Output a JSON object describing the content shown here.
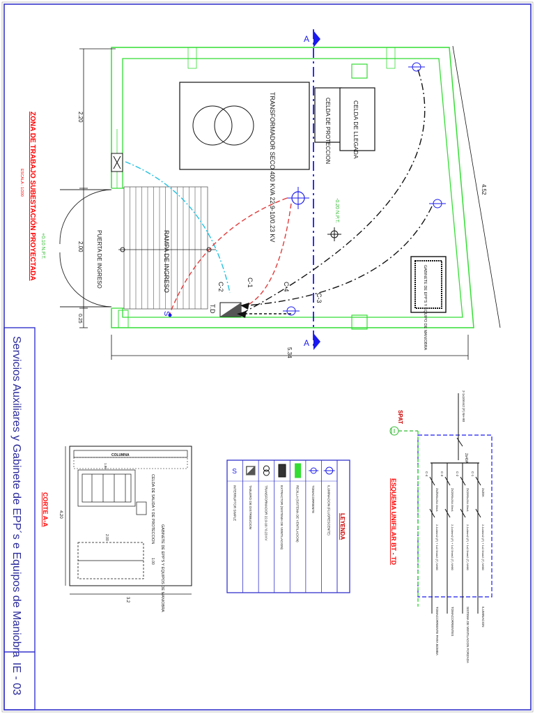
{
  "sheet": {
    "title": "Servicios Auxiliares y Gabinete de EPP´s e Equipos de Maniobra",
    "code": "IE - 03"
  },
  "plan": {
    "title": "ZONA DE TRABAJO SUBESTACIÓN PROYECTADA",
    "scale": "ESCALA : 1/200",
    "section_marker": "A",
    "dim_left_top": "2.20",
    "dim_left_mid": "2.00",
    "dim_left_bottom": "0.25",
    "dim_bottom": "5.34",
    "dim_right": "4.52",
    "level_outside": "+0.10 N.P.T.",
    "level_inside": "-0.20 N.P.T.",
    "door_label": "PUERTA DE INGRESO",
    "ramp_label": "RAMPA DE INGRESO",
    "transformer_label": "TRANSFORMADOR SECO 400 KVA 22.9-10/0.23 KV",
    "cell_protection_label": "CELDA DE PROTECCION",
    "cell_arrival_label": "CELDA DE LLEGADA",
    "cabinet_label": "GABINETE DE EPP'S Y EQUIPO DE MANIOBRA",
    "td_label": "T.D",
    "circuit_labels": [
      "C-1",
      "C-2",
      "C-3",
      "C-4"
    ],
    "switch_symbol": "S"
  },
  "section": {
    "title": "CORTE A-A",
    "column_label": "COLUMNA",
    "cell_label": "CELDA DE SALIDA Y DE PROTECCION",
    "cabinet_label": "GABINETE DE EPP'S Y EQUIPOS DE MANIOBRA",
    "dim_height": "4.20",
    "dim_width": "3.2",
    "dim_cabinet_w": "2.00",
    "dim_cabinet_h": "1.00",
    "dim_small": "1.80"
  },
  "legend": {
    "title": "LEYENDA",
    "items": [
      {
        "symbol": "fluorescent",
        "text": "ILUMINACION (FLUORESCENTE)"
      },
      {
        "symbol": "outlet",
        "text": "TOMACORRIENTE"
      },
      {
        "symbol": "grid",
        "text": "REJILLA (SISTEMA DE VENTILACION)"
      },
      {
        "symbol": "extractor",
        "text": "EXTRACTOR (SISTEMA DE VENTILACION)"
      },
      {
        "symbol": "transformer",
        "text": "TRANSFORMADOR 22.9-10 / 0.23 KV"
      },
      {
        "symbol": "board",
        "text": "TABLERO DE DISTRIBUCION"
      },
      {
        "symbol": "switch",
        "text": "INTERRUPTOR SIMPLE"
      }
    ]
  },
  "unifilar": {
    "title": "ESQUEMA UNIFILAR BT - TD",
    "spat": "SPAT",
    "feeder": "2-1x10mm2 (F) NH-80",
    "main_breaker": "2x40A",
    "circuits": [
      {
        "id": "C-1",
        "breaker": "2x20A",
        "cable": "2-1x4mm2 (F) + 1x2.5mm2 (T) NH80",
        "load": "ILUMINACION"
      },
      {
        "id": "C-2",
        "breaker": "2x16A",
        "cable": "2-1x4mm2 (F) + 1x2.5mm2 (T) NH80",
        "load": "SISTEMA DE VENTILACION FORZADA"
      },
      {
        "id": "C-3",
        "breaker": "2x16A",
        "cable": "2-1x4mm2 (F) + 1x2.5mm2 (T) NH80",
        "load": "TOMACORRIENTES"
      },
      {
        "id": "C-4",
        "breaker": "2x25A",
        "cable": "2-1x4mm2 (F) + 1x2.5mm2 (T) NH80",
        "load": "TOMACORRIENTE PARA BOMBA"
      }
    ],
    "diff_labels": [
      "2x25A 30mA",
      "2x25A 30mA",
      "2x25A 30mA"
    ]
  },
  "colors": {
    "wall": "#33dd33",
    "axis": "#1a1aee",
    "dim": "#111111",
    "red_circuit": "#e23a3a",
    "cyan_circuit": "#22c0e0",
    "title_red": "#ff0000",
    "frame_blue": "#3333cc"
  }
}
